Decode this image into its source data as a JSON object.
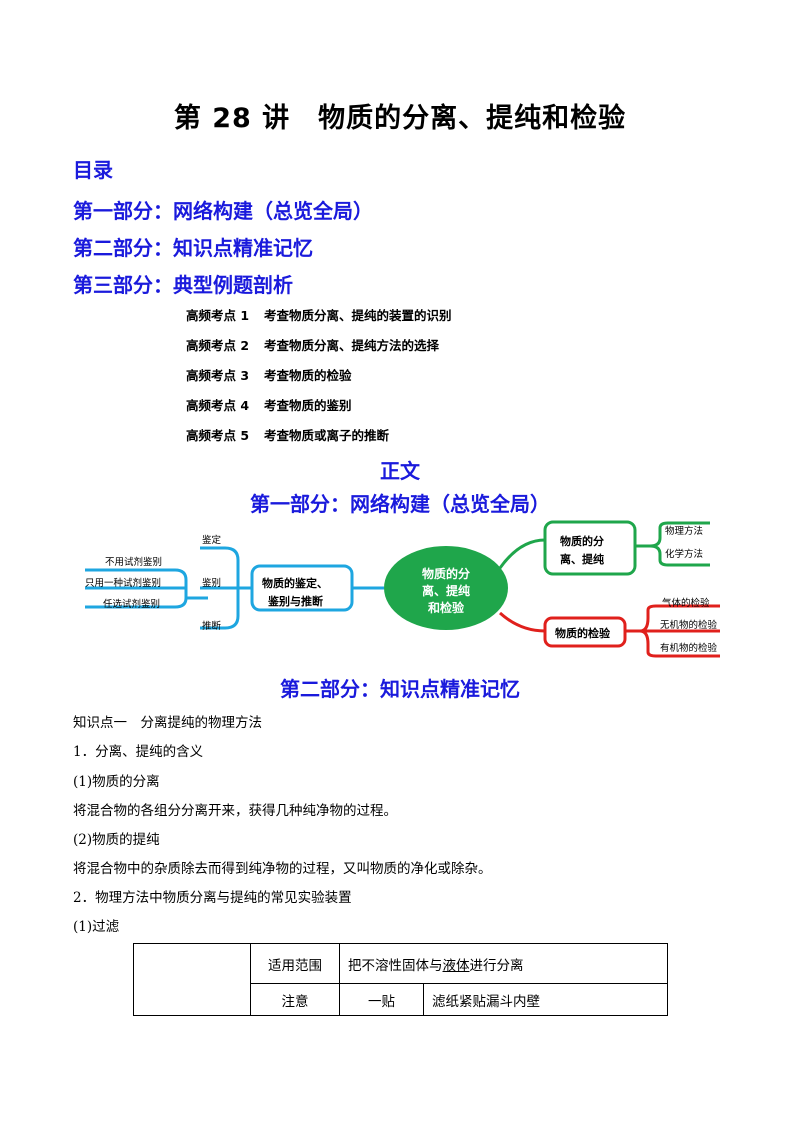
{
  "title": "第 28 讲　物质的分离、提纯和检验",
  "toc": {
    "heading": "目录",
    "part1": "第一部分：网络构建（总览全局）",
    "part2": "第二部分：知识点精准记忆",
    "part3": "第三部分：典型例题剖析",
    "items": [
      {
        "code": "高频考点 1",
        "text": "考查物质分离、提纯的装置的识别"
      },
      {
        "code": "高频考点 2",
        "text": "考查物质分离、提纯方法的选择"
      },
      {
        "code": "高频考点 3",
        "text": "考查物质的检验"
      },
      {
        "code": "高频考点 4",
        "text": "考查物质的鉴别"
      },
      {
        "code": "高频考点 5",
        "text": "考查物质或离子的推断"
      }
    ]
  },
  "body_heading": "正文",
  "section1_heading": "第一部分：网络构建（总览全局）",
  "mindmap": {
    "center_line1": "物质的分",
    "center_line2": "离、提纯",
    "center_line3": "和检验",
    "right_top_box_line1": "物质的分",
    "right_top_box_line2": "离、提纯",
    "right_top_leaves": [
      "物理方法",
      "化学方法"
    ],
    "right_bottom_box": "物质的检验",
    "right_bottom_leaves": [
      "气体的检验",
      "无机物的检验",
      "有机物的检验"
    ],
    "left_box_line1": "物质的鉴定、",
    "left_box_line2": "鉴别与推断",
    "left_branches": [
      "鉴定",
      "鉴别",
      "推断"
    ],
    "left_leaves": [
      "不用试剂鉴别",
      "只用一种试剂鉴别",
      "任选试剂鉴别"
    ],
    "colors": {
      "green": "#1fa64b",
      "red": "#e0201c",
      "blue": "#1ea6e0",
      "center_fill": "#1fa64b"
    }
  },
  "section2_heading": "第二部分：知识点精准记忆",
  "body": {
    "kp1": "知识点一　分离提纯的物理方法",
    "p1": "1．分离、提纯的含义",
    "p2": "(1)物质的分离",
    "p3": "将混合物的各组分分离开来，获得几种纯净物的过程。",
    "p4": "(2)物质的提纯",
    "p5": "将混合物中的杂质除去而得到纯净物的过程，又叫物质的净化或除杂。",
    "p6": "2．物理方法中物质分离与提纯的常见实验装置",
    "p7": "(1)过滤"
  },
  "table": {
    "r1_label": "适用范围",
    "r1_value_pre": "把不溶性固体与",
    "r1_value_ul": "液体",
    "r1_value_post": "进行分离",
    "r2_label": "注意",
    "r2_sub": "一贴",
    "r2_value": "滤纸紧贴漏斗内壁"
  }
}
